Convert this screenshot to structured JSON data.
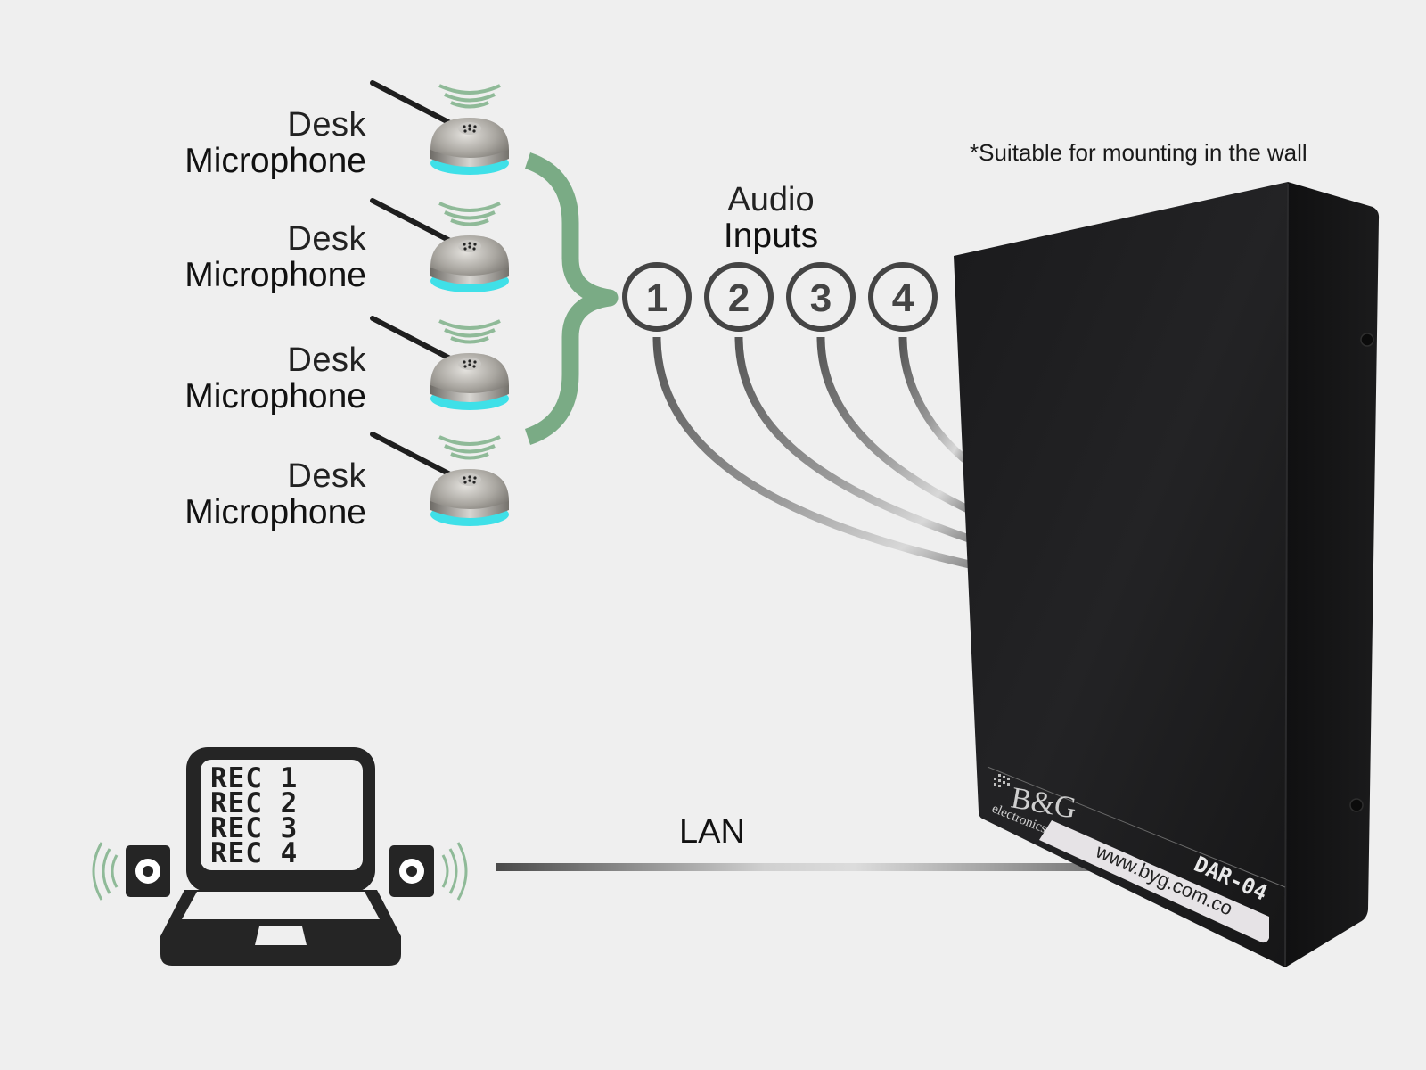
{
  "microphones": [
    {
      "line1": "Desk",
      "line2": "Microphone"
    },
    {
      "line1": "Desk",
      "line2": "Microphone"
    },
    {
      "line1": "Desk",
      "line2": "Microphone"
    },
    {
      "line1": "Desk",
      "line2": "Microphone"
    }
  ],
  "audio_inputs": {
    "title_line1": "Audio",
    "title_line2": "Inputs",
    "ports": [
      "1",
      "2",
      "3",
      "4"
    ]
  },
  "mounting_note": "*Suitable for mounting in the wall",
  "connection_label": "LAN",
  "device": {
    "brand": "B&G",
    "brand_sub": "electronics",
    "url": "www.byg.com.co",
    "model": "DAR-04"
  },
  "computer": {
    "screen_lines": [
      "REC 1",
      "REC 2",
      "REC 3",
      "REC 4"
    ]
  },
  "colors": {
    "background": "#efefef",
    "accent_green": "#7aab85",
    "device_black": "#1c1c1e",
    "port_circle": "#444444",
    "mic_led": "#3fe0e8"
  }
}
